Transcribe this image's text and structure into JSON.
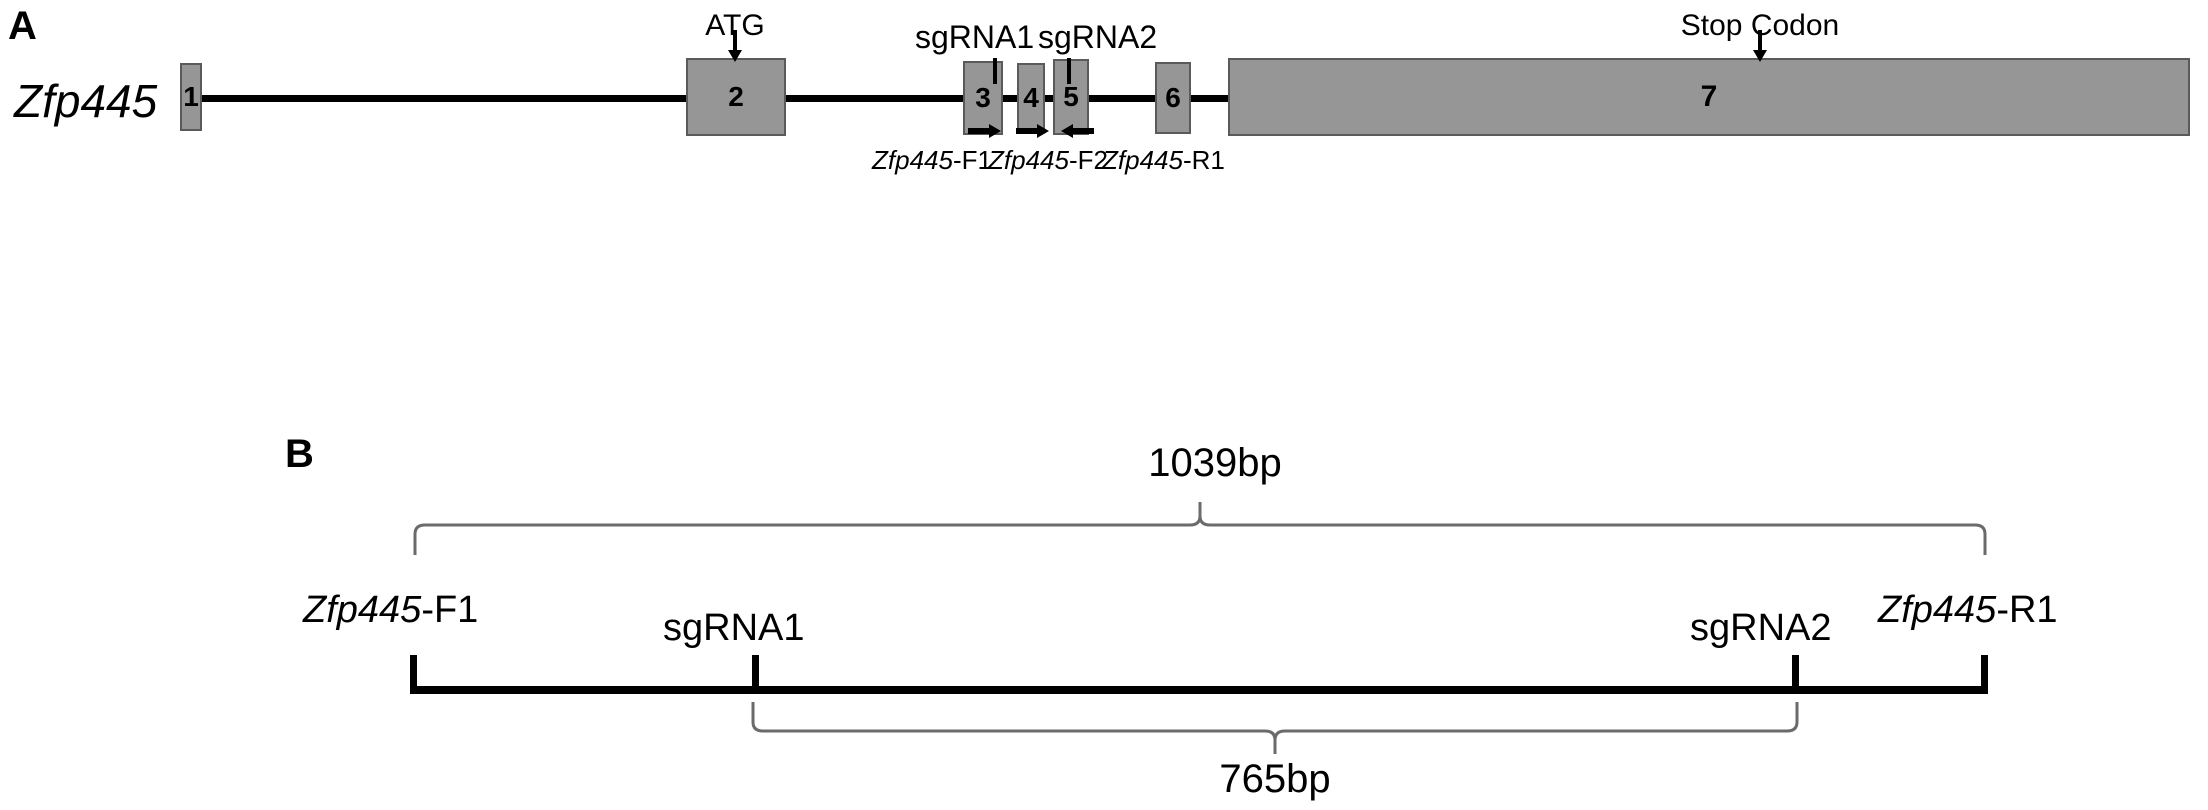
{
  "figure": {
    "panels": [
      {
        "id": "A",
        "letter": "A"
      },
      {
        "id": "B",
        "letter": "B"
      }
    ]
  },
  "panel_a": {
    "letter": "A",
    "gene_name": "Zfp445",
    "exons": [
      {
        "label": "1"
      },
      {
        "label": "2"
      },
      {
        "label": "3"
      },
      {
        "label": "4"
      },
      {
        "label": "5"
      },
      {
        "label": "6"
      },
      {
        "label": "7"
      }
    ],
    "annotations": [
      {
        "label": "ATG",
        "target_exon": "2"
      },
      {
        "label": "Stop Codon",
        "target_exon": "7"
      }
    ],
    "sgrnas": [
      {
        "label": "sgRNA1",
        "target_exon": "3"
      },
      {
        "label": "sgRNA2",
        "target_exon": "5"
      }
    ],
    "primers": [
      {
        "gene": "Zfp445",
        "suffix": "-F1",
        "direction": "forward"
      },
      {
        "gene": "Zfp445",
        "suffix": "-F2",
        "direction": "forward"
      },
      {
        "gene": "Zfp445",
        "suffix": "-R1",
        "direction": "reverse"
      }
    ]
  },
  "panel_b": {
    "letter": "B",
    "top_amplicon": {
      "size": "1039bp"
    },
    "bottom_amplicon": {
      "size": "765bp"
    },
    "markers": [
      {
        "gene": "Zfp445",
        "suffix": "-F1",
        "plain": ""
      },
      {
        "gene": "",
        "suffix": "",
        "plain": "sgRNA1"
      },
      {
        "gene": "",
        "suffix": "",
        "plain": "sgRNA2"
      },
      {
        "gene": "Zfp445",
        "suffix": "-R1",
        "plain": ""
      }
    ]
  },
  "colors": {
    "exon_fill": "#969696",
    "exon_stroke": "#5a5a5a",
    "line": "#000000",
    "brace": "#6b6b6b",
    "background": "#ffffff"
  }
}
